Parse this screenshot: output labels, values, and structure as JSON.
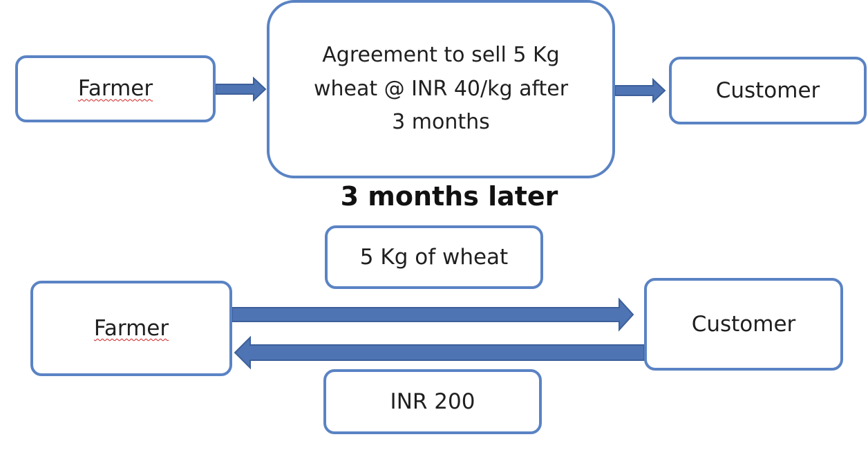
{
  "diagram": {
    "top": {
      "farmer": "Farmer",
      "agreement_lines": [
        "Agreement to sell 5 Kg",
        "wheat @ INR 40/kg after",
        "3 months"
      ],
      "customer": "Customer"
    },
    "caption": "3 months later",
    "bottom": {
      "goods_label": "5 Kg of wheat",
      "farmer": "Farmer",
      "customer": "Customer",
      "payment_label": "INR 200"
    },
    "colors": {
      "box_border": "#5a83c4",
      "arrow_fill": "#4f74b3",
      "arrow_stroke": "#3c5f99",
      "spellcheck_underline": "#d22020"
    }
  }
}
